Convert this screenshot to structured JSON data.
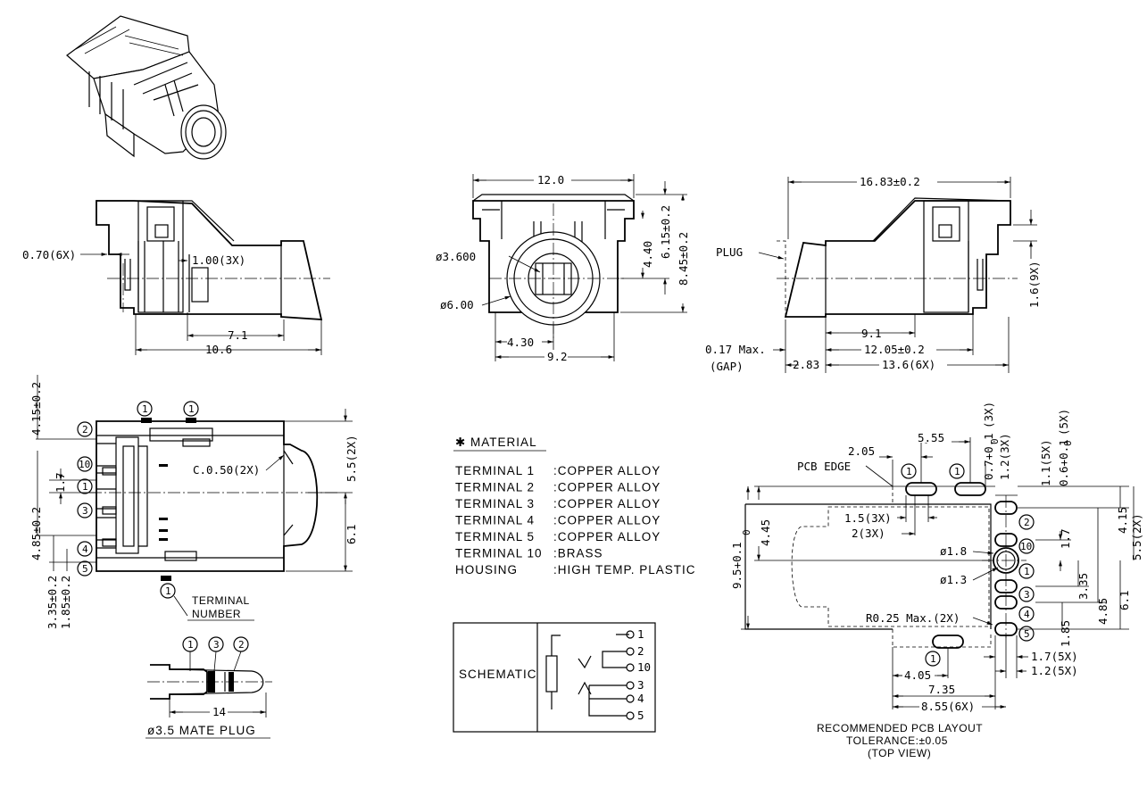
{
  "front_view": {
    "width_top": "12.0",
    "bore_diameter": "ø3.600",
    "outer_diameter": "ø6.00",
    "center_offset": "4.30",
    "width_bottom": "9.2",
    "h1": "4.40",
    "h2": "6.15±0.2",
    "h3": "8.45±0.2"
  },
  "left_side_view": {
    "pin_width": "0.70(6X)",
    "pin_pitch": "1.00(3X)",
    "len_a": "7.1",
    "len_b": "10.6"
  },
  "right_side_view": {
    "overall": "16.83±0.2",
    "plug_label": "PLUG",
    "gap_label": "0.17 Max.",
    "gap_note": "(GAP)",
    "d_a": "2.83",
    "d_b": "9.1",
    "d_c": "12.05±0.2",
    "d_d": "13.6(6X)",
    "pin_h": "1.6(9X)"
  },
  "top_view": {
    "chamfer": "C.0.50(2X)",
    "v_415": "4.15±0.2",
    "v_17": "1.7",
    "v_485": "4.85±0.2",
    "v_335": "3.35±0.2",
    "v_185": "1.85±0.2",
    "v_55": "5.5(2X)",
    "v_61": "6.1",
    "terminal_label_1": "TERMINAL",
    "terminal_label_2": "NUMBER",
    "pins": [
      "1",
      "1",
      "2",
      "10",
      "1",
      "3",
      "4",
      "5",
      "1"
    ]
  },
  "mate_plug": {
    "length": "14",
    "title": "ø3.5 MATE PLUG",
    "pins": [
      "1",
      "3",
      "2"
    ]
  },
  "material": {
    "title": "✱ MATERIAL",
    "rows": [
      {
        "name": "TERMINAL 1",
        "value": ":COPPER ALLOY"
      },
      {
        "name": "TERMINAL 2",
        "value": ":COPPER ALLOY"
      },
      {
        "name": "TERMINAL 3",
        "value": ":COPPER ALLOY"
      },
      {
        "name": "TERMINAL 4",
        "value": ":COPPER ALLOY"
      },
      {
        "name": "TERMINAL 5",
        "value": ":COPPER ALLOY"
      },
      {
        "name": "TERMINAL 10",
        "value": ":BRASS"
      },
      {
        "name": "HOUSING",
        "value": ":HIGH TEMP. PLASTIC"
      }
    ]
  },
  "schematic": {
    "label": "SCHEMATIC",
    "pins": [
      "1",
      "2",
      "10",
      "3",
      "4",
      "5"
    ]
  },
  "pcb_layout": {
    "edge_label": "PCB EDGE",
    "d_205": "2.05",
    "d_555": "5.55",
    "d_07": "0.7+0.1",
    "d_07b": "0",
    "d_07c": "(3X)",
    "d_12": "1.2(3X)",
    "d_11": "1.1(5X)",
    "d_06": "0.6+0.1",
    "d_06b": "0",
    "d_06c": "(5X)",
    "d_15": "1.5(3X)",
    "d_2": "2(3X)",
    "d_445": "4.45",
    "d_95": "9.5+0.1",
    "d_95b": "0",
    "hole_18": "ø1.8",
    "hole_13": "ø1.3",
    "radius": "R0.25 Max.(2X)",
    "d_415": "4.15",
    "d_55": "5.5(2X)",
    "d_17": "1.7",
    "d_335": "3.35",
    "d_485": "4.85",
    "d_61": "6.1",
    "d_185": "1.85",
    "d_17b": "1.7(5X)",
    "d_12b": "1.2(5X)",
    "d_405": "4.05",
    "d_735": "7.35",
    "d_855": "8.55(6X)",
    "pins": [
      "1",
      "1",
      "2",
      "10",
      "1",
      "3",
      "4",
      "5",
      "1"
    ],
    "caption_1": "RECOMMENDED PCB LAYOUT",
    "caption_2": "TOLERANCE:±0.05",
    "caption_3": "(TOP VIEW)"
  }
}
